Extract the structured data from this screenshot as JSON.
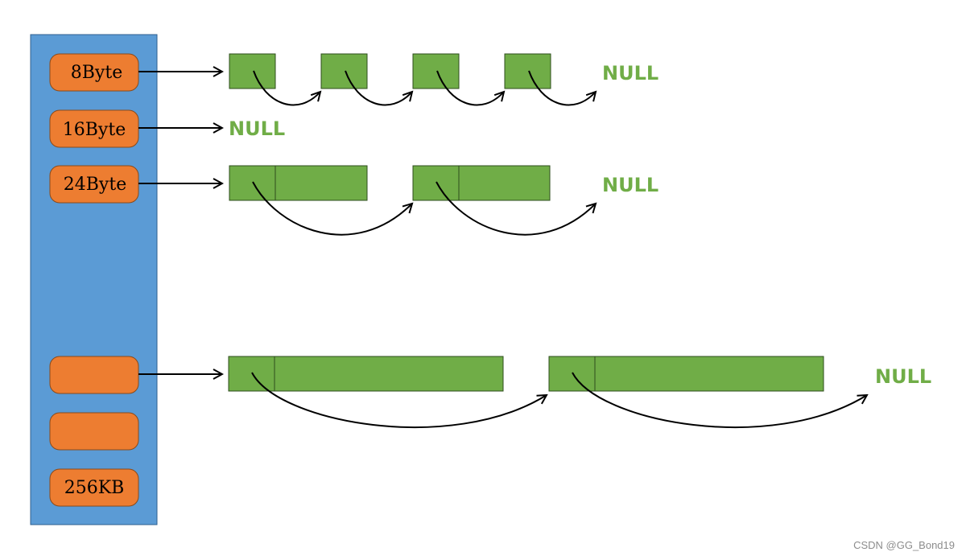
{
  "colors": {
    "panel": "#5b9bd5",
    "bucket": "#ed7d31",
    "block": "#70ad47",
    "null_text": "#70ad47",
    "line": "#000000"
  },
  "buckets": [
    {
      "label": "8Byte"
    },
    {
      "label": "16Byte"
    },
    {
      "label": "24Byte"
    },
    {
      "label": ""
    },
    {
      "label": ""
    },
    {
      "label": "256KB"
    }
  ],
  "lists": [
    {
      "bucket": 0,
      "blocks": 4,
      "terminator": "NULL"
    },
    {
      "bucket": 1,
      "blocks": 0,
      "terminator": "NULL"
    },
    {
      "bucket": 2,
      "blocks": 2,
      "terminator": "NULL"
    },
    {
      "bucket": 3,
      "blocks": 2,
      "terminator": "NULL"
    }
  ],
  "watermark": "CSDN @GG_Bond19"
}
